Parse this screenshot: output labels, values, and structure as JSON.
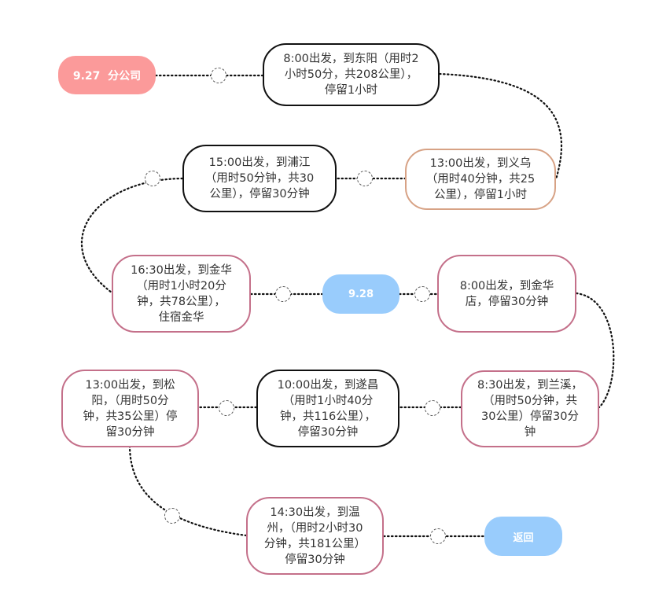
{
  "diagram": {
    "colors": {
      "start_pill": "#fb9a9a",
      "day_pill": "#99ccfc",
      "node_border_black": "#111111",
      "node_border_pink": "#c4708a",
      "node_border_tan": "#d7a285",
      "text": "#333333"
    },
    "start": {
      "label": "9.27  分公司"
    },
    "day2": {
      "label": "9.28"
    },
    "return": {
      "label": "返回"
    },
    "stops": [
      {
        "id": "dongyang",
        "text": "8:00出发，到东阳（用时2\n小时50分，共208公里），\n停留1小时"
      },
      {
        "id": "yiwu",
        "text": "13:00出发，到义乌\n（用时40分钟，共25\n公里），停留1小时"
      },
      {
        "id": "pujiang",
        "text": "15:00出发，到浦江\n（用时50分钟，共30\n公里），停留30分钟"
      },
      {
        "id": "jinhua",
        "text": "16:30出发，到金华\n（用时1小时20分\n钟，共78公里），\n住宿金华"
      },
      {
        "id": "jinhua-store",
        "text": "8:00出发，到金华\n店，停留30分钟"
      },
      {
        "id": "lanxi",
        "text": "8:30出发，到兰溪，\n（用时50分钟，共\n30公里）停留30分\n钟"
      },
      {
        "id": "suichang",
        "text": "10:00出发，到遂昌\n（用时1小时40分\n钟，共116公里），\n停留30分钟"
      },
      {
        "id": "songyang",
        "text": "13:00出发，到松\n阳，（用时50分\n钟，共35公里）停\n留30分钟"
      },
      {
        "id": "wenzhou",
        "text": "14:30出发，到温\n州，（用时2小时30\n分钟，共181公里）\n停留30分钟"
      }
    ]
  }
}
